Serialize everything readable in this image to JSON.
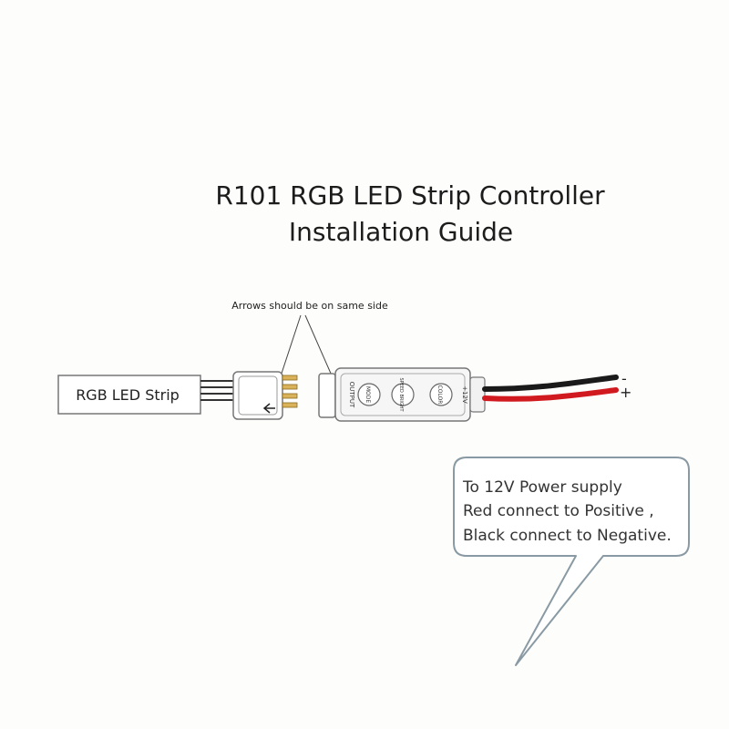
{
  "title": {
    "line1": "R101 RGB LED Strip Controller",
    "line2": "Installation Guide"
  },
  "annotation": {
    "arrows_note": "Arrows should be on same side"
  },
  "strip": {
    "label": "RGB LED Strip"
  },
  "controller": {
    "output_label": "OUTPUT",
    "buttons": [
      {
        "label": "MODE"
      },
      {
        "label": "SPEED BRIGHT"
      },
      {
        "label": "COLOR"
      }
    ],
    "power_label": "+12V"
  },
  "wires": {
    "negative_symbol": "-",
    "positive_symbol": "+",
    "red_color": "#d11a1f",
    "black_color": "#1a1a1a"
  },
  "callout": {
    "line1": "To 12V Power supply",
    "line2": "Red connect to Positive ,",
    "line3": "Black connect to Negative."
  }
}
